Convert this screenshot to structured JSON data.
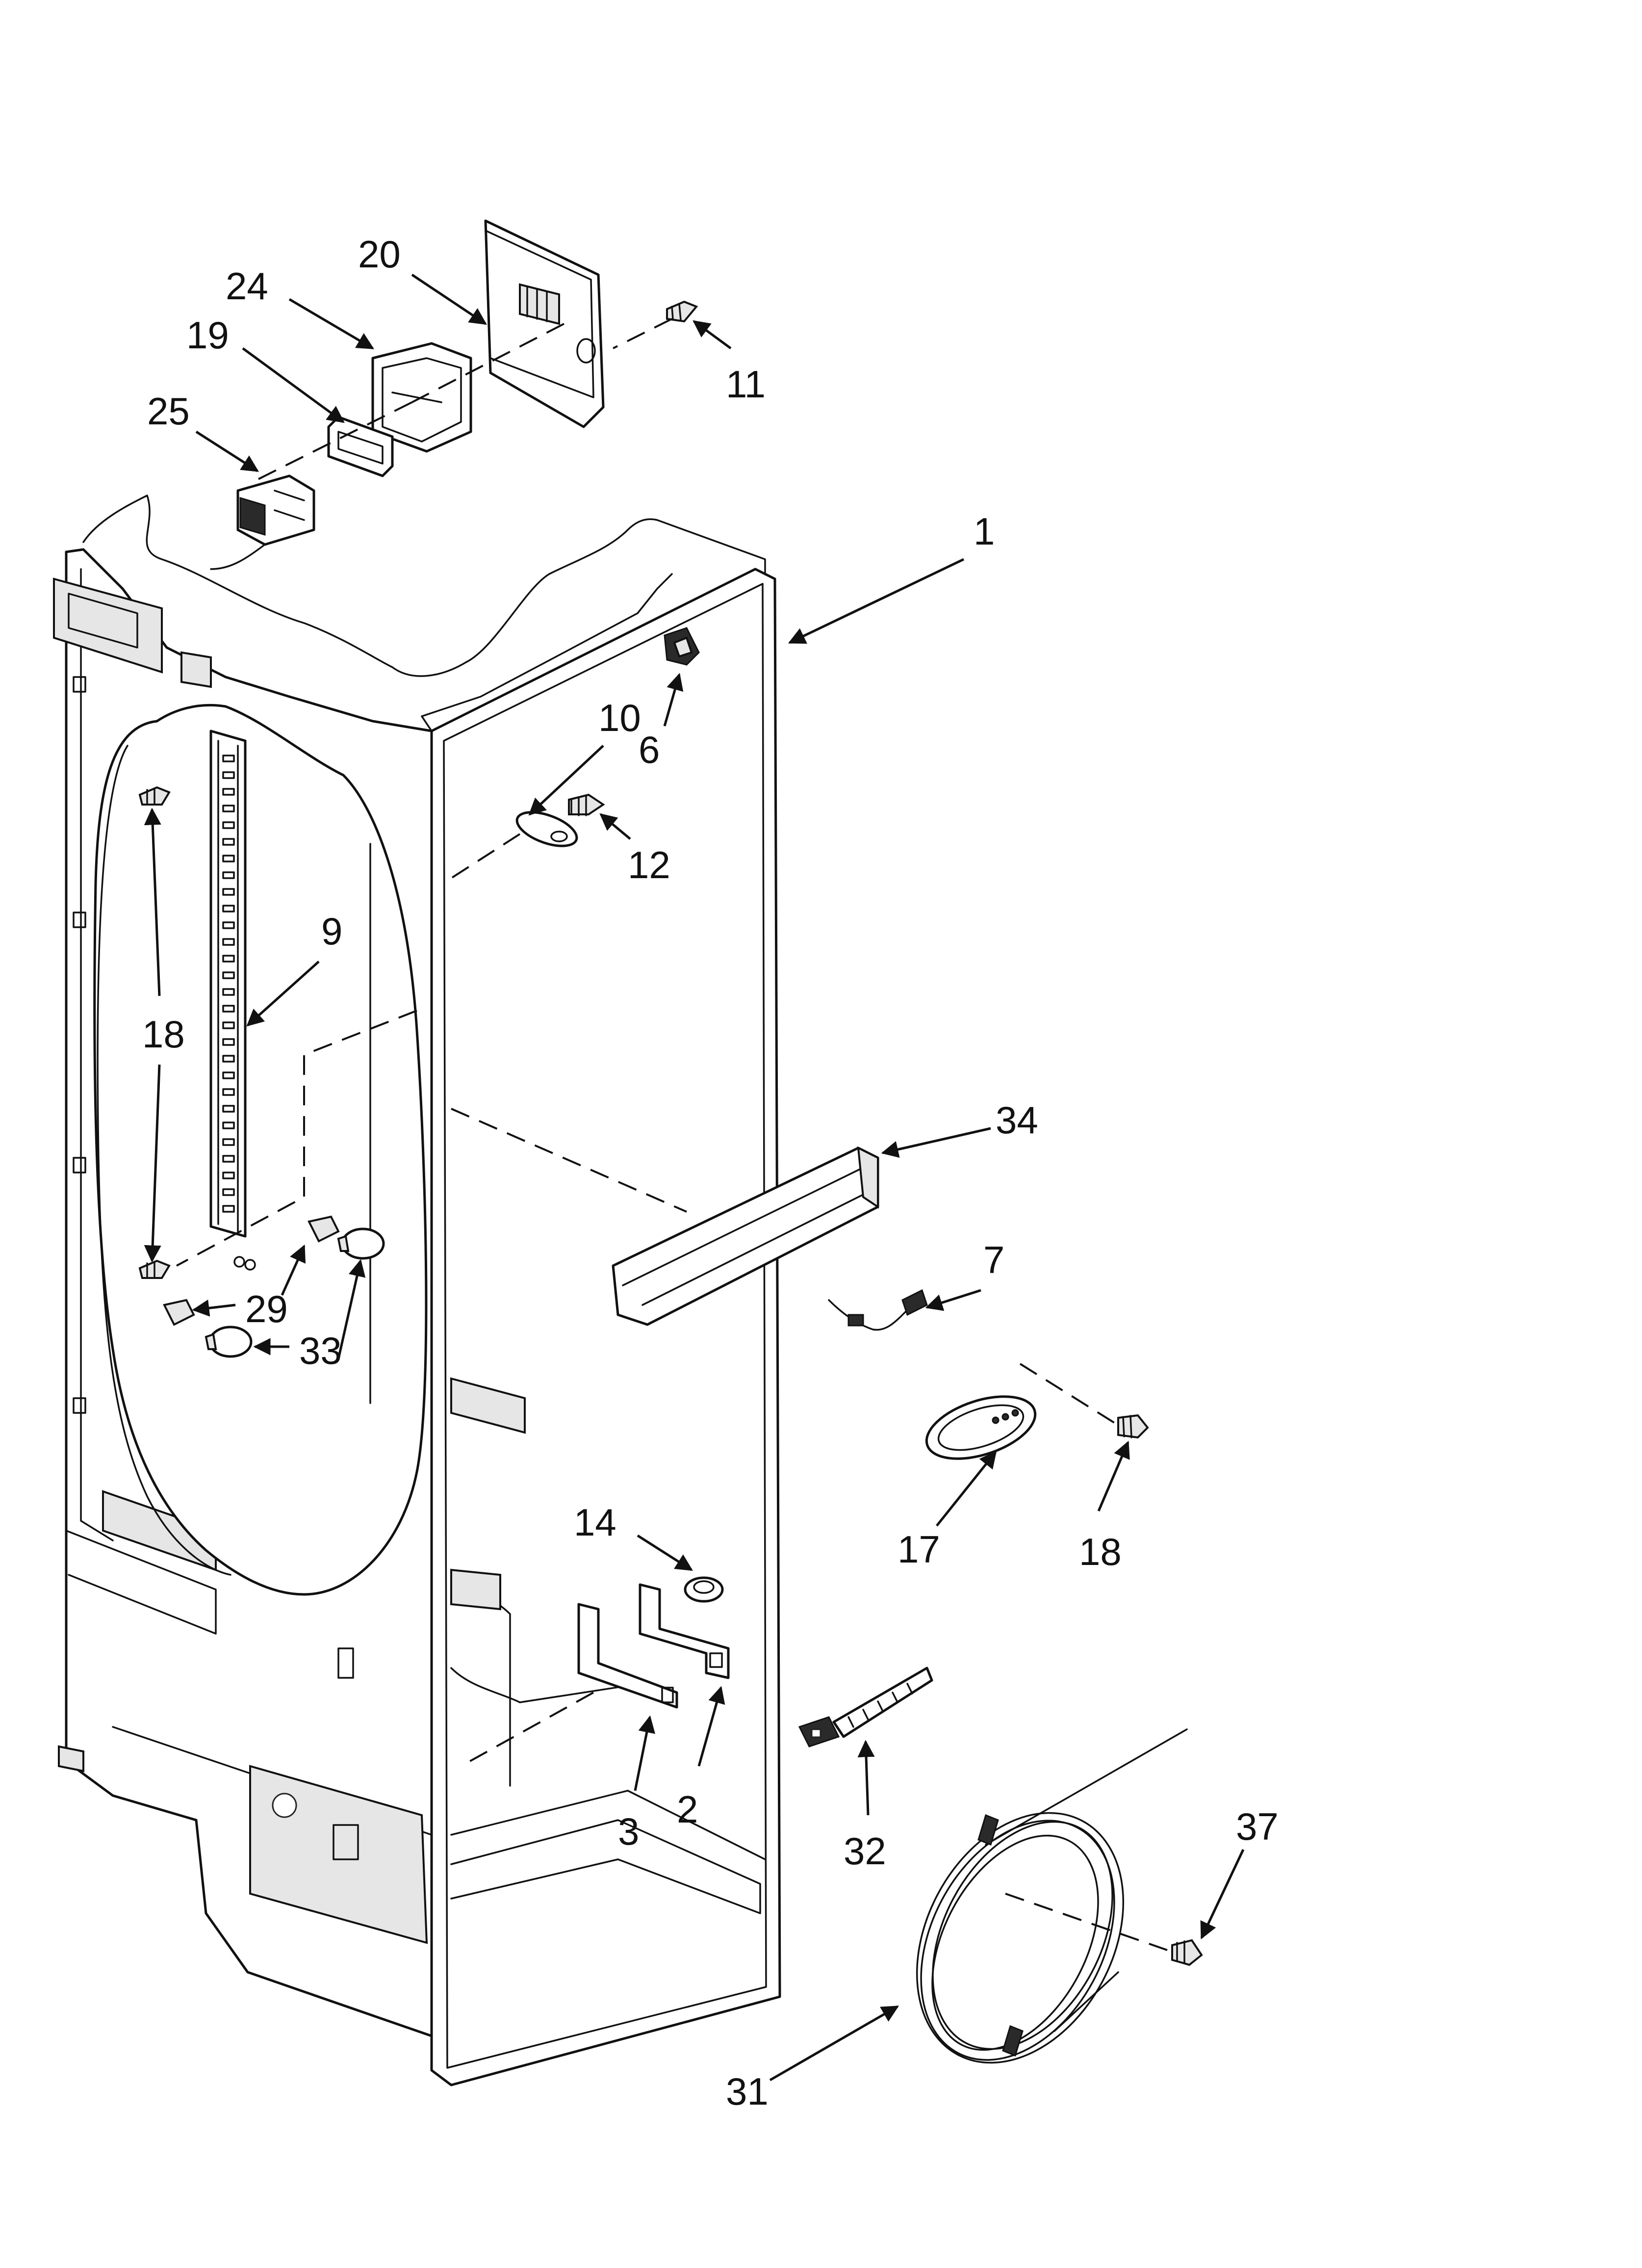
{
  "callouts": [
    {
      "id": "c1",
      "label": "1"
    },
    {
      "id": "c2",
      "label": "2"
    },
    {
      "id": "c3",
      "label": "3"
    },
    {
      "id": "c6",
      "label": "6"
    },
    {
      "id": "c7",
      "label": "7"
    },
    {
      "id": "c9",
      "label": "9"
    },
    {
      "id": "c10",
      "label": "10"
    },
    {
      "id": "c11",
      "label": "11"
    },
    {
      "id": "c12",
      "label": "12"
    },
    {
      "id": "c14",
      "label": "14"
    },
    {
      "id": "c17",
      "label": "17"
    },
    {
      "id": "c18a",
      "label": "18"
    },
    {
      "id": "c18b",
      "label": "18"
    },
    {
      "id": "c19",
      "label": "19"
    },
    {
      "id": "c20",
      "label": "20"
    },
    {
      "id": "c24",
      "label": "24"
    },
    {
      "id": "c25",
      "label": "25"
    },
    {
      "id": "c29",
      "label": "29"
    },
    {
      "id": "c31",
      "label": "31"
    },
    {
      "id": "c32",
      "label": "32"
    },
    {
      "id": "c33",
      "label": "33"
    },
    {
      "id": "c34",
      "label": "34"
    },
    {
      "id": "c37",
      "label": "37"
    }
  ]
}
